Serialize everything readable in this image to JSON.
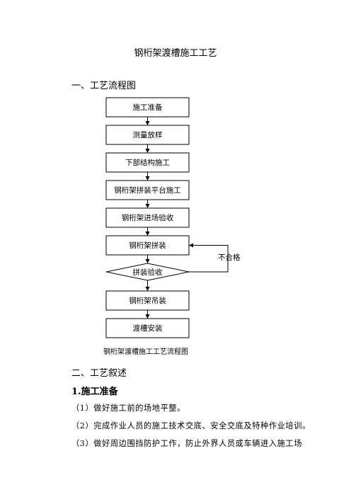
{
  "doc": {
    "title": "钢桁架渡槽施工工艺",
    "section1": "一、工艺流程图",
    "flow_caption": "钢桁架渡槽施工工艺流程图",
    "section2": "二、工艺叙述",
    "subsection1": "1.施工准备",
    "paragraphs": [
      "（1）做好施工前的场地平整。",
      "（2）完成作业人员的施工技术交底、安全交底及特种作业培训。",
      "（3）做好周边围挡防护工作，防止外界人员或车辆进入施工场"
    ]
  },
  "flow": {
    "steps": [
      "施工准备",
      "测量放样",
      "下部结构施工",
      "钢桁架拼装平台施工",
      "钢桁架进场验收",
      "钢桁架拼装",
      "拼装验收",
      "钢桁架吊装",
      "渡槽安装"
    ],
    "loop_label": "不合格"
  }
}
